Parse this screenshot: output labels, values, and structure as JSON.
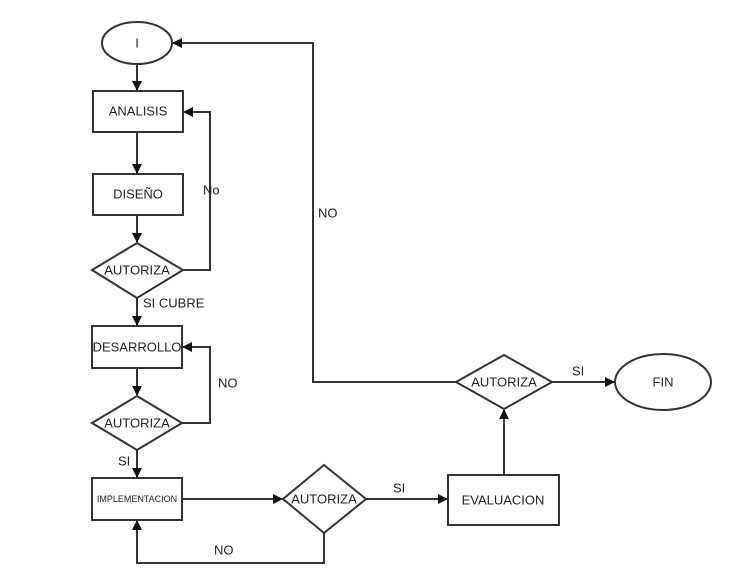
{
  "diagram": {
    "type": "flowchart",
    "nodes": [
      {
        "id": "inicio",
        "shape": "ellipse",
        "label": "I"
      },
      {
        "id": "analisis",
        "shape": "rect",
        "label": "ANALISIS"
      },
      {
        "id": "diseno",
        "shape": "rect",
        "label": "DISEÑO"
      },
      {
        "id": "autoriza1",
        "shape": "diamond",
        "label": "AUTORIZA"
      },
      {
        "id": "desarrollo",
        "shape": "rect",
        "label": "DESARROLLO"
      },
      {
        "id": "autoriza2",
        "shape": "diamond",
        "label": "AUTORIZA"
      },
      {
        "id": "implementacion",
        "shape": "rect",
        "label": "IMPLEMENTACION"
      },
      {
        "id": "autoriza3",
        "shape": "diamond",
        "label": "AUTORIZA"
      },
      {
        "id": "evaluacion",
        "shape": "rect",
        "label": "EVALUACION"
      },
      {
        "id": "autoriza4",
        "shape": "diamond",
        "label": "AUTORIZA"
      },
      {
        "id": "fin",
        "shape": "ellipse",
        "label": "FIN"
      }
    ],
    "edges": [
      {
        "id": "e1",
        "from": "inicio",
        "to": "analisis",
        "label": ""
      },
      {
        "id": "e2",
        "from": "analisis",
        "to": "diseno",
        "label": ""
      },
      {
        "id": "e3",
        "from": "diseno",
        "to": "autoriza1",
        "label": ""
      },
      {
        "id": "e4",
        "from": "autoriza1",
        "to": "analisis",
        "label": "No"
      },
      {
        "id": "e5",
        "from": "autoriza1",
        "to": "desarrollo",
        "label": "SI CUBRE"
      },
      {
        "id": "e6",
        "from": "desarrollo",
        "to": "autoriza2",
        "label": ""
      },
      {
        "id": "e7",
        "from": "autoriza2",
        "to": "desarrollo",
        "label": "NO"
      },
      {
        "id": "e8",
        "from": "autoriza2",
        "to": "implementacion",
        "label": "SI"
      },
      {
        "id": "e9",
        "from": "implementacion",
        "to": "autoriza3",
        "label": ""
      },
      {
        "id": "e10",
        "from": "autoriza3",
        "to": "implementacion",
        "label": "NO"
      },
      {
        "id": "e11",
        "from": "autoriza3",
        "to": "evaluacion",
        "label": "SI"
      },
      {
        "id": "e12",
        "from": "evaluacion",
        "to": "autoriza4",
        "label": ""
      },
      {
        "id": "e13",
        "from": "autoriza4",
        "to": "fin",
        "label": "SI"
      },
      {
        "id": "e14",
        "from": "autoriza4",
        "to": "inicio",
        "label": "NO"
      }
    ]
  }
}
